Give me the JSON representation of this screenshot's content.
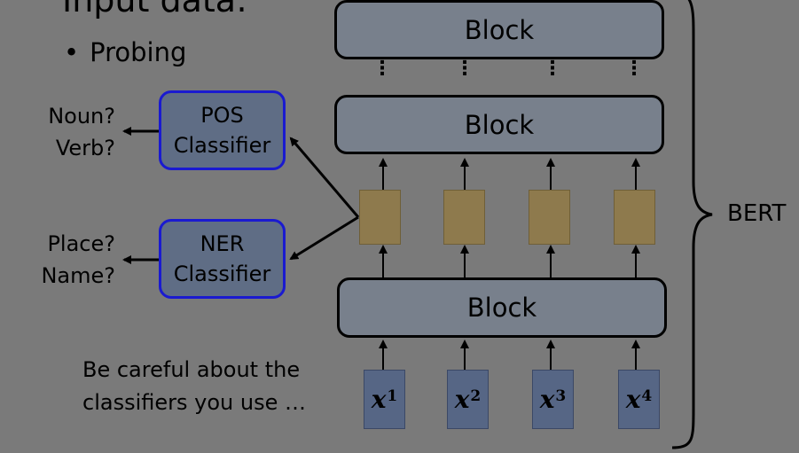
{
  "slide": {
    "title_fragment": "Input data:",
    "bullet_mark": "•",
    "bullet": "Probing"
  },
  "bert": {
    "label": "BERT",
    "blocks": [
      "Block",
      "Block",
      "Block"
    ],
    "vdots": "⋮",
    "inputs": [
      {
        "base": "x",
        "sup": "1"
      },
      {
        "base": "x",
        "sup": "2"
      },
      {
        "base": "x",
        "sup": "3"
      },
      {
        "base": "x",
        "sup": "4"
      }
    ]
  },
  "classifiers": {
    "pos": {
      "line1": "POS",
      "line2": "Classifier",
      "q1": "Noun?",
      "q2": "Verb?"
    },
    "ner": {
      "line1": "NER",
      "line2": "Classifier",
      "q1": "Place?",
      "q2": "Name?"
    }
  },
  "note": {
    "line1": "Be careful about the",
    "line2": "classifiers you use …"
  },
  "colors": {
    "background": "#7a7a7a",
    "block_fill": "#78808c",
    "embedding_fill": "#8e7a4d",
    "input_fill": "#566685",
    "classifier_fill": "#5f6d85",
    "classifier_border": "#1a1ad0"
  }
}
